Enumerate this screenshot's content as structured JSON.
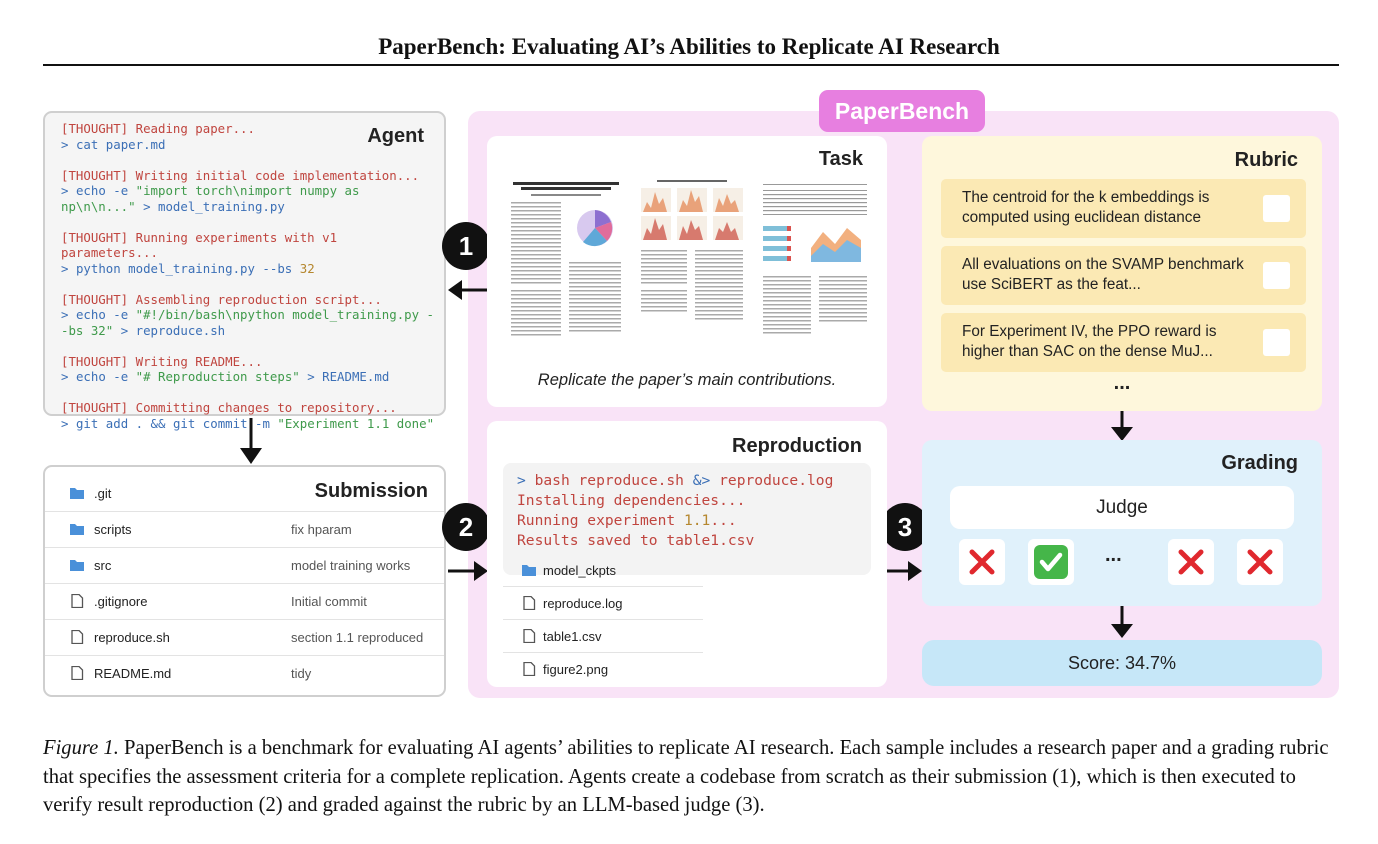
{
  "header": {
    "title": "PaperBench: Evaluating AI’s Abilities to Replicate AI Research"
  },
  "agent": {
    "title": "Agent",
    "log": [
      {
        "tag": "[THOUGHT]",
        "thought": "Reading paper...",
        "prompt": ">",
        "command": "cat paper.md"
      },
      {
        "tag": "[THOUGHT]",
        "thought": "Writing initial code implementation...",
        "prompt": ">",
        "command": "echo -e",
        "string": "\"import torch\\nimport numpy as np\\n\\n...\"",
        "rest": "> model_training.py"
      },
      {
        "tag": "[THOUGHT]",
        "thought": "Running experiments with v1 parameters...",
        "prompt": ">",
        "command": "python model_training.py --bs",
        "number": "32"
      },
      {
        "tag": "[THOUGHT]",
        "thought": "Assembling reproduction script...",
        "prompt": ">",
        "command": "echo -e",
        "string": "\"#!/bin/bash\\npython model_training.py --bs 32\"",
        "rest": "> reproduce.sh"
      },
      {
        "tag": "[THOUGHT]",
        "thought": "Writing README...",
        "prompt": ">",
        "command": "echo -e",
        "string": "\"# Reproduction steps\"",
        "rest": "> README.md"
      },
      {
        "tag": "[THOUGHT]",
        "thought": "Committing changes to repository...",
        "prompt": ">",
        "command": "git add .",
        "op": "&&",
        "command2": "git commit -m",
        "string": "\"Experiment 1.1 done\""
      }
    ]
  },
  "submission": {
    "title": "Submission",
    "files": [
      {
        "name": ".git",
        "message": "",
        "kind": "folder"
      },
      {
        "name": "scripts",
        "message": "fix hparam",
        "kind": "folder"
      },
      {
        "name": "src",
        "message": "model training works",
        "kind": "folder"
      },
      {
        "name": ".gitignore",
        "message": "Initial commit",
        "kind": "file"
      },
      {
        "name": "reproduce.sh",
        "message": "section 1.1 reproduced",
        "kind": "file"
      },
      {
        "name": "README.md",
        "message": "tidy",
        "kind": "file"
      }
    ]
  },
  "steps": {
    "one": "1",
    "two": "2",
    "three": "3"
  },
  "paperbench": {
    "label": "PaperBench",
    "task": {
      "title": "Task",
      "caption": "Replicate the paper’s main contributions."
    },
    "reproduction": {
      "title": "Reproduction",
      "terminal": {
        "prompt": ">",
        "command": "bash reproduce.sh",
        "op": "&>",
        "rest": "reproduce.log",
        "lines": [
          "Installing dependencies...",
          "Running experiment",
          "Results saved to table1.csv"
        ],
        "experiment_number": "1.1",
        "experiment_suffix": "..."
      },
      "outputs": [
        "model_ckpts",
        "reproduce.log",
        "table1.csv",
        "figure2.png"
      ]
    },
    "rubric": {
      "title": "Rubric",
      "items": [
        "The centroid for the k embeddings is computed using euclidean distance",
        "All evaluations on the SVAMP benchmark use SciBERT as the feat...",
        "For Experiment IV, the PPO reward is higher than SAC on the dense MuJ..."
      ],
      "more": "..."
    },
    "grading": {
      "title": "Grading",
      "judge": "Judge",
      "verdicts": [
        "fail",
        "pass",
        "more",
        "fail",
        "fail"
      ],
      "more": "...",
      "colors": {
        "fail": "#e0282e",
        "pass": "#45b649"
      }
    },
    "score": "Score: 34.7%"
  },
  "caption": {
    "label": "Figure 1.",
    "text": "PaperBench is a benchmark for evaluating AI agents’ abilities to replicate AI research. Each sample includes a research paper and a grading rubric that specifies the assessment criteria for a complete replication. Agents create a codebase from scratch as their submission (1), which is then executed to verify result reproduction (2) and graded against the rubric by an LLM-based judge (3)."
  }
}
